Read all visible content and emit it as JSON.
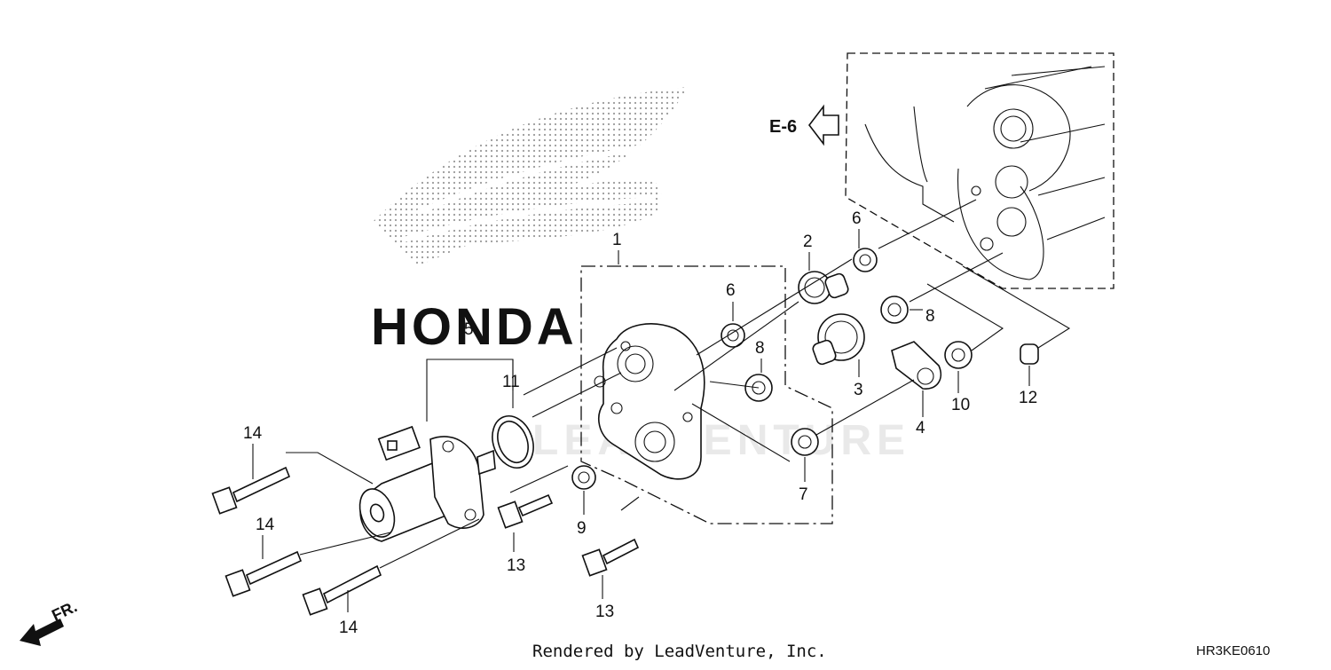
{
  "callouts": {
    "c1": "1",
    "c2": "2",
    "c3": "3",
    "c4": "4",
    "c5": "5",
    "c6a": "6",
    "c6b": "6",
    "c7": "7",
    "c8a": "8",
    "c8b": "8",
    "c9": "9",
    "c10": "10",
    "c11": "11",
    "c12": "12",
    "c13a": "13",
    "c13b": "13",
    "c14a": "14",
    "c14b": "14",
    "c14c": "14"
  },
  "reference": {
    "label": "E-6"
  },
  "direction": {
    "label": "FR."
  },
  "footer": {
    "rendered_by": "Rendered by LeadVenture, Inc."
  },
  "diagram_code": "HR3KE0610",
  "watermarks": {
    "brand": "HONDA",
    "dealer": "LEADVENTURE"
  },
  "colors": {
    "ink": "#111111",
    "watermark": "#e9e9e9",
    "background": "#ffffff"
  }
}
